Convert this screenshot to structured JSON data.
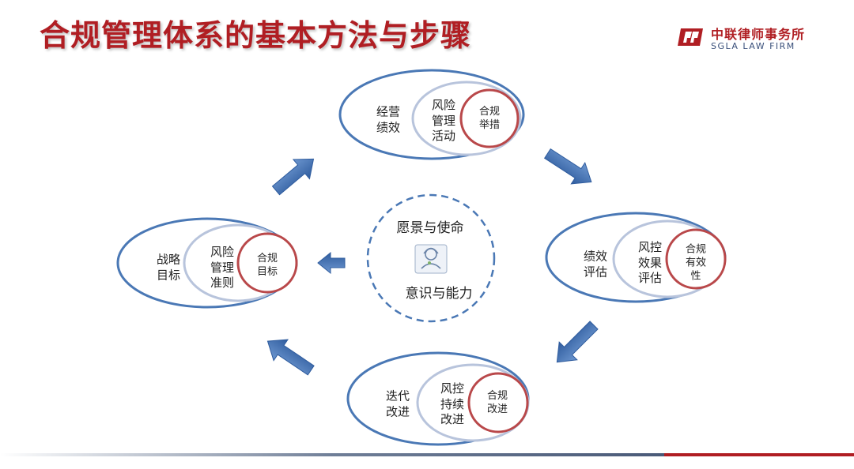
{
  "title": "合规管理体系的基本方法与步骤",
  "logo": {
    "cn": "中联律师事务所",
    "en": "SGLA LAW FIRM"
  },
  "center": {
    "top_text": "愿景与使命",
    "bottom_text": "意识与能力",
    "icon": "person-headset-icon"
  },
  "stages": {
    "top": {
      "outer": "经营\n绩效",
      "middle": "风险\n管理\n活动",
      "inner": "合规\n举措"
    },
    "right": {
      "outer": "绩效\n评估",
      "middle": "风控\n效果\n评估",
      "inner": "合规\n有效\n性"
    },
    "bottom": {
      "outer": "迭代\n改进",
      "middle": "风控\n持续\n改进",
      "inner": "合规\n改进"
    },
    "left": {
      "outer": "战略\n目标",
      "middle": "风险\n管理\n准则",
      "inner": "合规\n目标"
    }
  },
  "colors": {
    "title": "#b01e23",
    "outer_ellipse": "#4a78b5",
    "middle_ellipse": "#b8c4dc",
    "inner_circle": "#b9484a",
    "arrow": "#3e6fb2",
    "dashed_circle": "#4a78b5"
  }
}
